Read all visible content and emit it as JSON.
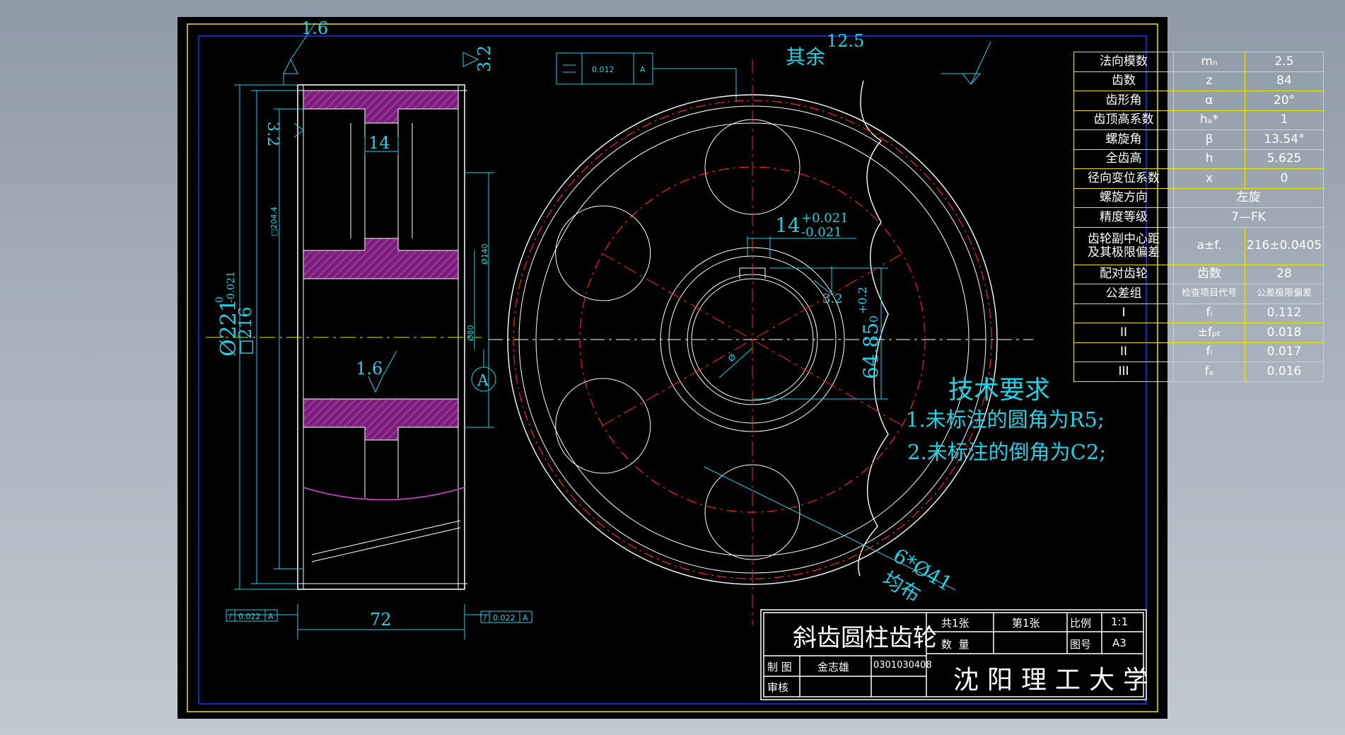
{
  "params": [
    [
      "法向模数",
      "mₙ",
      "2.5"
    ],
    [
      "齿数",
      "z",
      "84"
    ],
    [
      "齿形角",
      "α",
      "20°"
    ],
    [
      "齿顶高系数",
      "hₐ*",
      "1"
    ],
    [
      "螺旋角",
      "β",
      "13.54°"
    ],
    [
      "全齿高",
      "h",
      "5.625"
    ],
    [
      "径向变位系数",
      "x",
      "0"
    ]
  ],
  "helix_dir": {
    "label": "螺旋方向",
    "value": "左旋"
  },
  "accuracy": {
    "label": "精度等级",
    "value": "7—FK"
  },
  "center_dist": {
    "label_1": "齿轮副中心距",
    "label_2": "及其极限偏差",
    "symbol": "a±f.",
    "value": "216±0.0405"
  },
  "mating": {
    "label": "配对齿轮",
    "sub": "齿数",
    "value": "28"
  },
  "tol_group": {
    "label": "公差组",
    "col2": "检查项目代号",
    "col3": "公差极限偏差"
  },
  "tol_rows": [
    [
      "I",
      "fᵢ",
      "0.112"
    ],
    [
      "II",
      "±fₚₜ",
      "0.018"
    ],
    [
      "II",
      "fᵢ",
      "0.017"
    ],
    [
      "III",
      "fₐ",
      "0.016"
    ]
  ],
  "tech": {
    "title": "技术要求",
    "items": [
      "1.未标注的圆角为R5;",
      "2.未标注的倒角为C2;"
    ]
  },
  "title_block": {
    "part_name": "斜齿圆柱齿轮",
    "sheets_total": "共1张",
    "sheet_no": "第1张",
    "scale_label": "比例",
    "scale": "1:1",
    "qty_label": "数  量",
    "drawing_no_label": "图号",
    "drawing_no": "A3",
    "drawn_label": "制 图",
    "drawer": "金志雄",
    "student_no": "0301030408",
    "review_label": "审核",
    "school": "沈阳理工大学"
  },
  "dims": {
    "rough_top": "1.6",
    "rough_side": "3.2",
    "rough_bore_side": "3.2",
    "rough_web": "1.6",
    "rough_key": "3.2",
    "rest_label": "其余",
    "rest_value": "12.5",
    "hub_width": "14",
    "bore_dia": "□204.4",
    "hub_dia": "Ø140",
    "bore_small": "Ø80",
    "od": "Ø221",
    "od_tol_up": "0",
    "od_tol_low": "-0.021",
    "pitch": "□216",
    "width": "72",
    "datum": "A",
    "key_width": "14",
    "key_tol_up": "+0.021",
    "key_tol_low": "-0.021",
    "key_depth": "64.85",
    "key_depth_up": "+0.2",
    "key_depth_low": "0",
    "holes": "6*Ø41",
    "holes_note": "均布",
    "fcf_flat": "0.012",
    "fcf_flat_datum": "A",
    "fcf_left": "0.022",
    "fcf_right": "0.022",
    "fcf_datum": "A",
    "bore_center_label": "Ø"
  },
  "colors": {
    "cyan": "#19d3e6",
    "yellow": "#e8e800",
    "red": "#ff2020",
    "magenta": "#c03cc0",
    "white": "#ffffff",
    "blue": "#2233ff"
  }
}
